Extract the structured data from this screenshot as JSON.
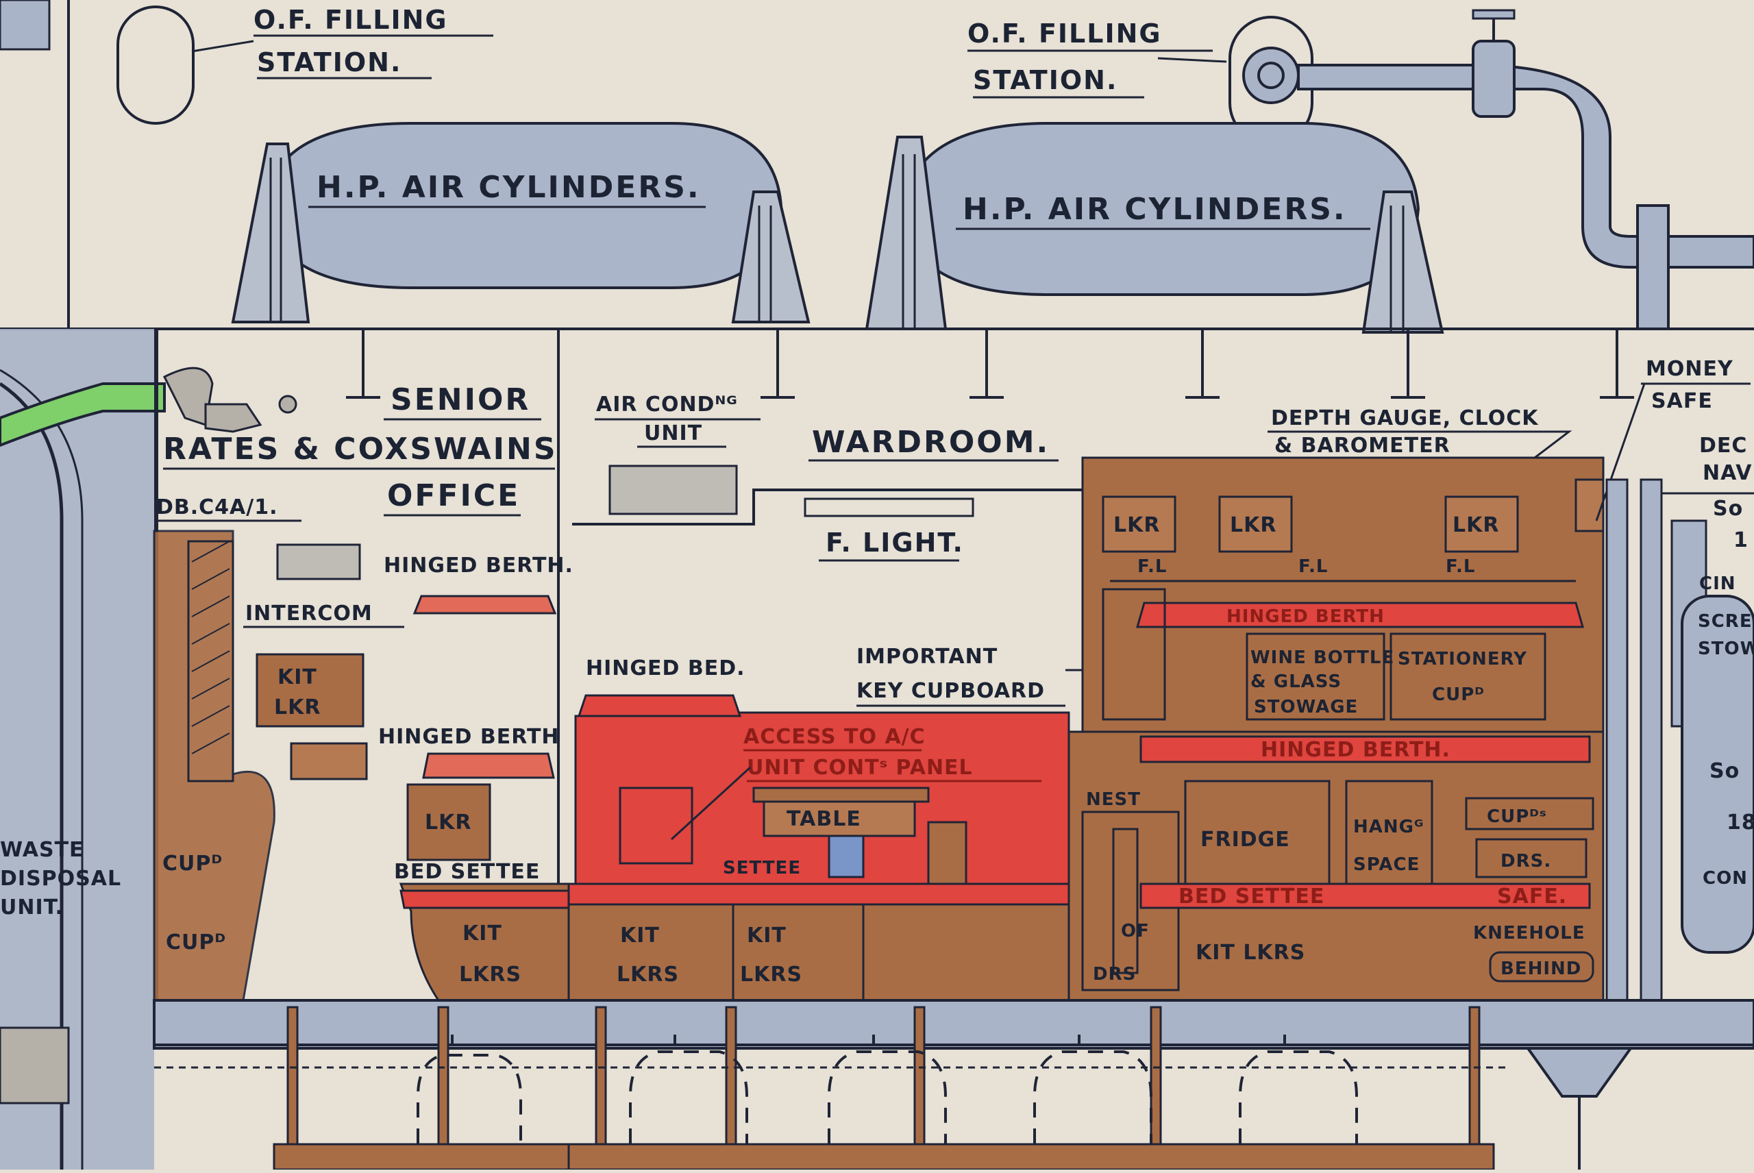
{
  "labels": {
    "of_filling_left": [
      "O.F. FILLING",
      "STATION."
    ],
    "of_filling_right": [
      "O.F. FILLING",
      "STATION."
    ],
    "hp_air_left": "H.P. AIR CYLINDERS.",
    "hp_air_right": "H.P. AIR CYLINDERS.",
    "senior_office": [
      "SENIOR",
      "RATES & COXSWAINS",
      "OFFICE"
    ],
    "db_code": "DB.C4A/1.",
    "intercom": "INTERCOM",
    "hinged_berth_1": "HINGED BERTH.",
    "kit_lkr": [
      "KIT",
      "LKR"
    ],
    "hinged_berth_2": "HINGED BERTH",
    "lkr": "LKR",
    "bed_settee_left": "BED SETTEE",
    "cupd_1": "CUPᴰ",
    "cupd_2": "CUPᴰ",
    "kit_lkrs_1": [
      "KIT",
      "LKRS"
    ],
    "air_cond_unit": [
      "AIR CONDᴺᴳ",
      "UNIT"
    ],
    "wardroom": "WARDROOM.",
    "f_light": "F. LIGHT.",
    "hinged_bed": "HINGED BED.",
    "important_key": [
      "IMPORTANT",
      "KEY CUPBOARD"
    ],
    "access_ac": [
      "ACCESS TO A/C",
      "UNIT CONTˢ PANEL"
    ],
    "table": "TABLE",
    "settee": "SETTEE",
    "kit_lkrs_2": [
      "KIT",
      "LKRS"
    ],
    "kit_lkrs_3": [
      "KIT",
      "LKRS"
    ],
    "depth_gauge": [
      "DEPTH GAUGE, CLOCK",
      "& BAROMETER"
    ],
    "lkr_a": "LKR",
    "lkr_b": "LKR",
    "lkr_c": "LKR",
    "fl_a": "F.L",
    "fl_b": "F.L",
    "fl_c": "F.L",
    "hinged_berth_top": "HINGED BERTH",
    "wine_bottle": [
      "WINE BOTTLE",
      "& GLASS",
      "STOWAGE"
    ],
    "stationery": [
      "STATIONERY",
      "CUPᴰ"
    ],
    "hinged_berth_mid": "HINGED BERTH.",
    "nest": "NEST",
    "of_drs": [
      "OF",
      "DRS"
    ],
    "fridge": "FRIDGE",
    "hang_space": [
      "HANGᴳ",
      "SPACE"
    ],
    "cupds": "CUPᴰˢ",
    "drs": "DRS.",
    "bed_settee_right": "BED SETTEE",
    "safe": "SAFE.",
    "kit_lkrs_4": "KIT LKRS",
    "kneehole": "KNEEHOLE",
    "behind": "BEHIND",
    "money_safe": [
      "MONEY",
      "SAFE"
    ],
    "waste_disposal": [
      "WASTE",
      "DISPOSAL",
      "UNIT."
    ],
    "right_edge": [
      "DEC",
      "NAV",
      "So",
      "1",
      "CIN",
      "SCRE",
      "STOW",
      "So",
      "18",
      "CON"
    ]
  },
  "colors": {
    "paper": "#e7e1d6",
    "ink": "#1f2436",
    "blue_wash": "#a9b4c8",
    "brown_wash": "#a96d45",
    "red_wash": "#e0453f",
    "green_pipe": "#7fcf6b",
    "grey_box": "#bfbcb5"
  }
}
